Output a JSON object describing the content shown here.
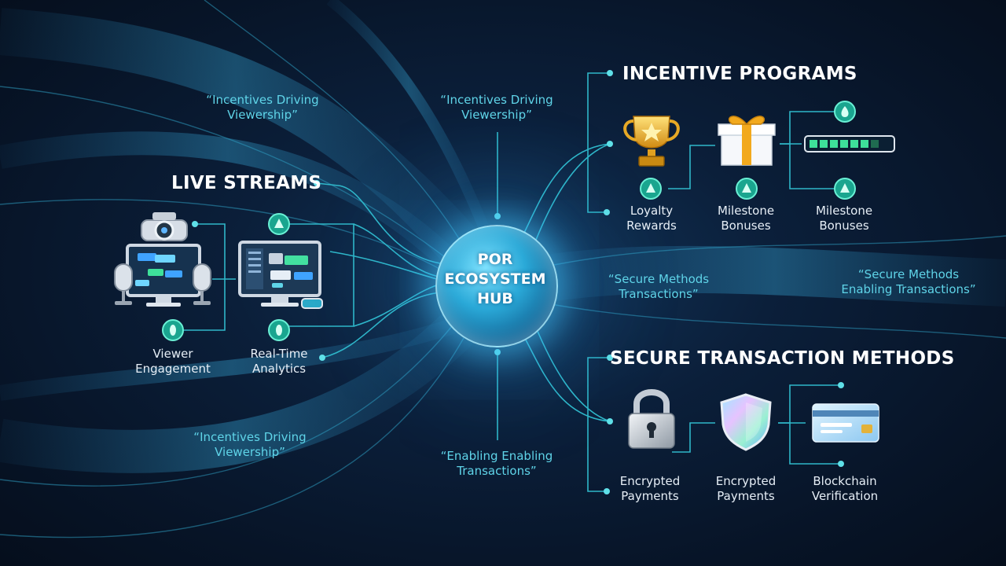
{
  "hub": {
    "line1": "POR",
    "line2": "ECOSYSTEM",
    "line3": "HUB"
  },
  "sections": {
    "live_streams": {
      "title": "LIVE STREAMS",
      "items": [
        {
          "icon": "streaming-setup-icon",
          "label_line1": "Viewer",
          "label_line2": "Engagement"
        },
        {
          "icon": "analytics-monitor-icon",
          "label_line1": "Real-Time",
          "label_line2": "Analytics"
        }
      ]
    },
    "incentive_programs": {
      "title": "INCENTIVE PROGRAMS",
      "items": [
        {
          "icon": "trophy-icon",
          "label_line1": "Loyalty",
          "label_line2": "Rewards"
        },
        {
          "icon": "gift-icon",
          "label_line1": "Milestone",
          "label_line2": "Bonuses"
        },
        {
          "icon": "progress-bar-icon",
          "label_line1": "Milestone",
          "label_line2": "Bonuses"
        }
      ]
    },
    "secure_transactions": {
      "title": "SECURE TRANSACTION METHODS",
      "items": [
        {
          "icon": "padlock-icon",
          "label_line1": "Encrypted",
          "label_line2": "Payments"
        },
        {
          "icon": "shield-icon",
          "label_line1": "Encrypted",
          "label_line2": "Payments"
        },
        {
          "icon": "credit-card-icon",
          "label_line1": "Blockchain",
          "label_line2": "Verification"
        }
      ]
    }
  },
  "quotes": {
    "top_left": {
      "line1": "“Incentives Driving",
      "line2": "Viewership”"
    },
    "top_center": {
      "line1": "“Incentives Driving",
      "line2": "Viewership”"
    },
    "bottom_left": {
      "line1": "“Incentives Driving",
      "line2": "Viewership”"
    },
    "bottom_center": {
      "line1": "“Enabling Enabling",
      "line2": "Transactions”"
    },
    "right_inner": {
      "line1": "“Secure Methods",
      "line2": "Transactions”"
    },
    "right_outer": {
      "line1": "“Secure Methods",
      "line2": "Enabling Transactions”"
    }
  },
  "colors": {
    "background": "#0b1f3a",
    "accent_cyan": "#5fd4e8",
    "connector": "#2fb7c9",
    "node_fill": "#4fe0c0",
    "hub_glow": "#46c8ff"
  }
}
